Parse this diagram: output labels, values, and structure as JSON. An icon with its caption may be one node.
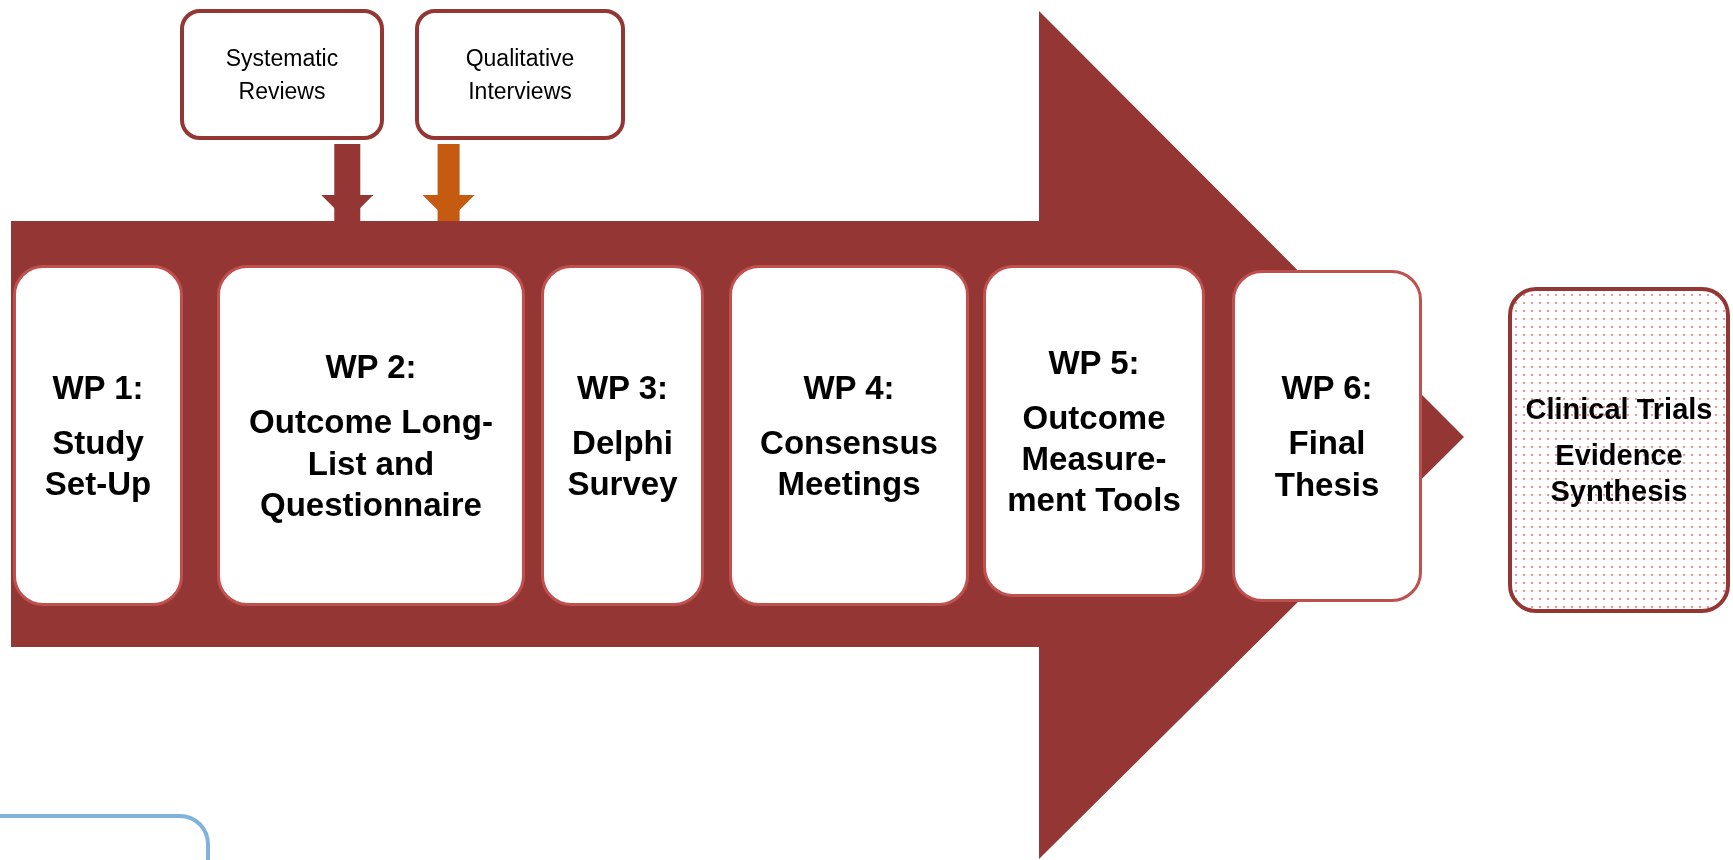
{
  "diagram": {
    "nodes": [
      {
        "text": [
          "Systematic Reviews"
        ]
      },
      {
        "text": [
          "Qualitative Interviews"
        ]
      },
      {
        "text": [],
        "shape": "arrow"
      },
      {
        "text": [
          "WP 1:",
          "Study Set-Up"
        ],
        "in": 2
      },
      {
        "text": [
          "WP 2:",
          "Outcome Long-List and Questionnaire"
        ],
        "in": 2
      },
      {
        "text": [
          "WP 3:",
          "Delphi Survey"
        ],
        "in": 2
      },
      {
        "text": [
          "WP 4:",
          "Consensus Meetings"
        ],
        "in": 2
      },
      {
        "text": [
          "WP 5:",
          "Outcome Measure-ment Tools"
        ],
        "in": 2
      },
      {
        "text": [
          "WP 6:",
          "Final Thesis"
        ],
        "in": 2
      },
      {
        "text": [
          "Clinical Trials",
          "Evidence Synthesis"
        ]
      },
      {
        "text": [],
        "shape": "box"
      }
    ],
    "edges": [
      {
        "from": 0,
        "to": 2,
        "arrow": "to"
      },
      {
        "from": 1,
        "to": 2,
        "arrow": "to",
        "color": "#c55a11"
      }
    ]
  }
}
